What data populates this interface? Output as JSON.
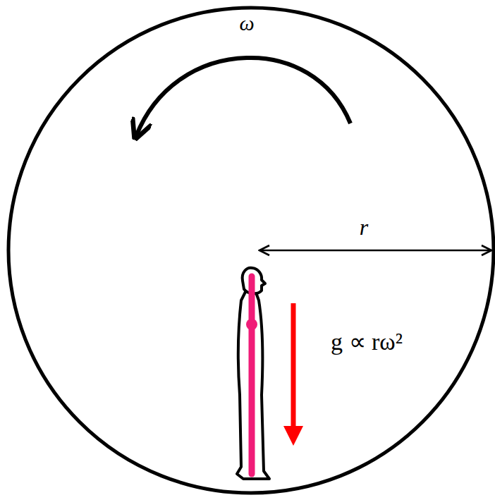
{
  "diagram": {
    "labels": [
      "ω",
      "r",
      "g ∝ rω²"
    ]
  }
}
